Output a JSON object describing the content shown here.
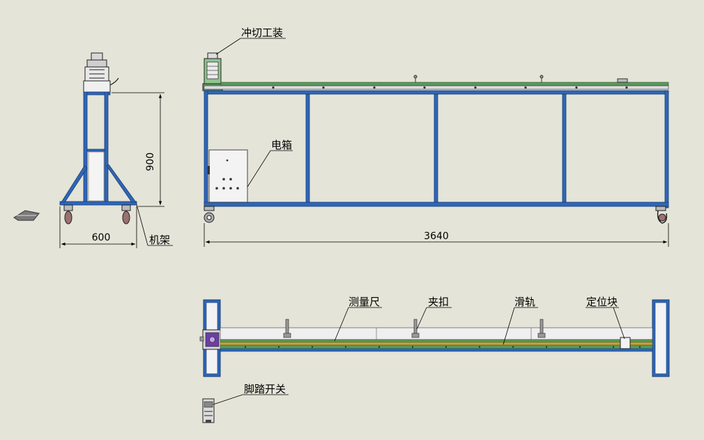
{
  "drawing": {
    "background": "#e4e4d8",
    "frame_color": "#2f66b8",
    "rail_color": "#5a9a5a",
    "ruler_color": "#c9a43a",
    "cabinet_color": "#6b3ea5"
  },
  "labels": {
    "punch_tooling": "冲切工装",
    "electric_box": "电箱",
    "frame": "机架",
    "measuring_ruler": "测量尺",
    "clamp": "夹扣",
    "slide_rail": "滑轨",
    "positioning_block": "定位块",
    "foot_switch": "脚踏开关"
  },
  "dimensions": {
    "width_side": "600",
    "height_side": "900",
    "length_front": "3640"
  }
}
